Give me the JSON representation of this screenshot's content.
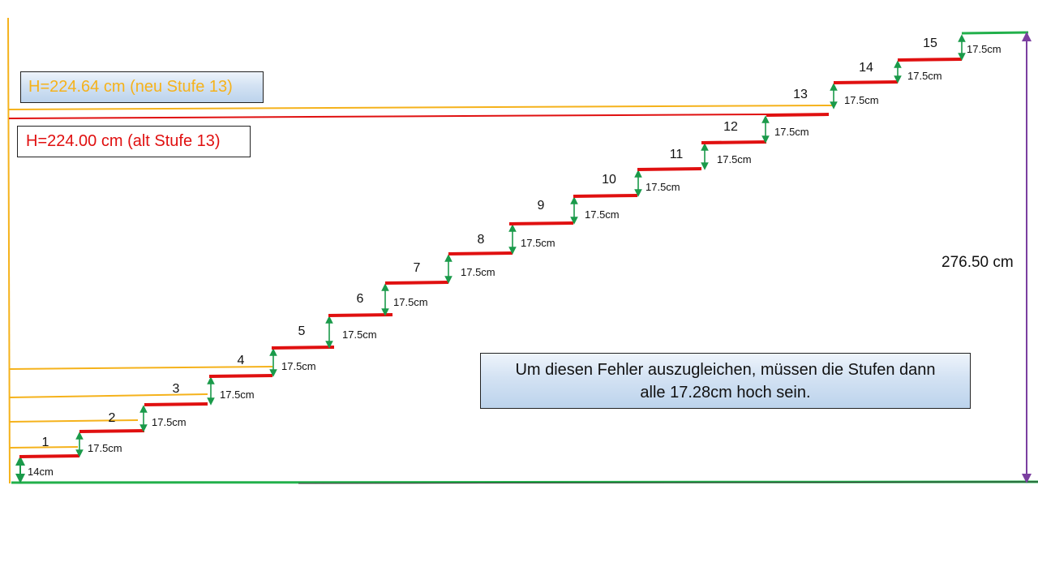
{
  "labels": {
    "neu_hoehe": "H=224.64 cm (neu Stufe 13)",
    "alt_hoehe": "H=224.00 cm (alt Stufe 13)",
    "gesamthoehe": "276.50 cm",
    "hinweis_zeile1": "Um diesen Fehler auszugleichen,  müssen die Stufen dann",
    "hinweis_zeile2": "alle 17.28cm hoch sein."
  },
  "steps": [
    {
      "number": "1",
      "rise": "17.5cm"
    },
    {
      "number": "2",
      "rise": "17.5cm"
    },
    {
      "number": "3",
      "rise": "17.5cm"
    },
    {
      "number": "4",
      "rise": "17.5cm"
    },
    {
      "number": "5",
      "rise": "17.5cm"
    },
    {
      "number": "6",
      "rise": "17.5cm"
    },
    {
      "number": "7",
      "rise": "17.5cm"
    },
    {
      "number": "8",
      "rise": "17.5cm"
    },
    {
      "number": "9",
      "rise": "17.5cm"
    },
    {
      "number": "10",
      "rise": "17.5cm"
    },
    {
      "number": "11",
      "rise": "17.5cm"
    },
    {
      "number": "12",
      "rise": "17.5cm"
    },
    {
      "number": "13",
      "rise": "17.5cm"
    },
    {
      "number": "14",
      "rise": "17.5cm"
    },
    {
      "number": "15",
      "rise": "17.5cm"
    }
  ],
  "first_rise": "14cm",
  "colors": {
    "tread": "#e01010",
    "floor": "#22b04b",
    "rise_arrow": "#1a9a4a",
    "reference_lines": "#f5b21b",
    "old_line": "#e01010",
    "total_arrow": "#7b3fa0"
  }
}
